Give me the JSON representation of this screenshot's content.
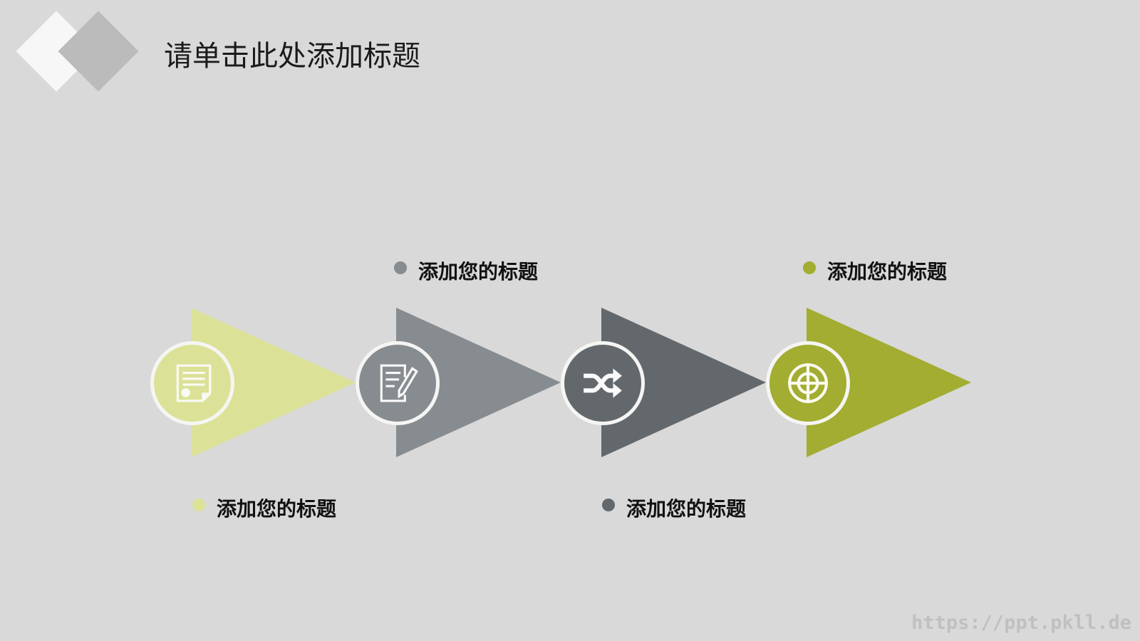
{
  "slide": {
    "title": "请单击此处添加标题",
    "watermark": "https://ppt.pkll.de"
  },
  "colors": {
    "background": "#d9d9d9",
    "step1": "#dbe297",
    "step2": "#878c90",
    "step3": "#63686c",
    "step4": "#a2ad31"
  },
  "steps": [
    {
      "label": "添加您的标题",
      "icon": "certificate-document-icon",
      "label_position": "bottom"
    },
    {
      "label": "添加您的标题",
      "icon": "edit-document-pencil-icon",
      "label_position": "top"
    },
    {
      "label": "添加您的标题",
      "icon": "shuffle-icon",
      "label_position": "bottom"
    },
    {
      "label": "添加您的标题",
      "icon": "target-crosshair-icon",
      "label_position": "top"
    }
  ]
}
